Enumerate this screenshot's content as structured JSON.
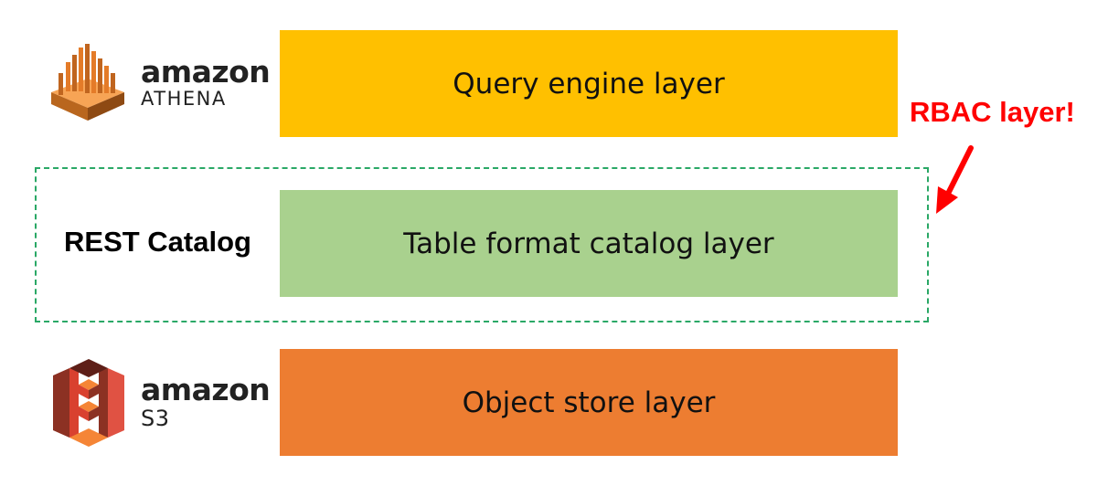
{
  "layers": {
    "query": {
      "label": "Query engine layer",
      "color": "#FFC000"
    },
    "catalog": {
      "label": "Table format catalog layer",
      "color": "#A9D18E"
    },
    "object": {
      "label": "Object store layer",
      "color": "#ED7D31"
    }
  },
  "catalog_group": {
    "label": "REST Catalog",
    "border_color": "#2AA866"
  },
  "annotation": {
    "label": "RBAC layer!",
    "color": "#FF0000"
  },
  "logos": {
    "athena": {
      "brand": "amazon",
      "product": "ATHENA",
      "icon": "amazon-athena-icon",
      "color": "#E47B28"
    },
    "s3": {
      "brand": "amazon",
      "product": "S3",
      "icon": "amazon-s3-icon",
      "color": "#D9412F"
    }
  }
}
